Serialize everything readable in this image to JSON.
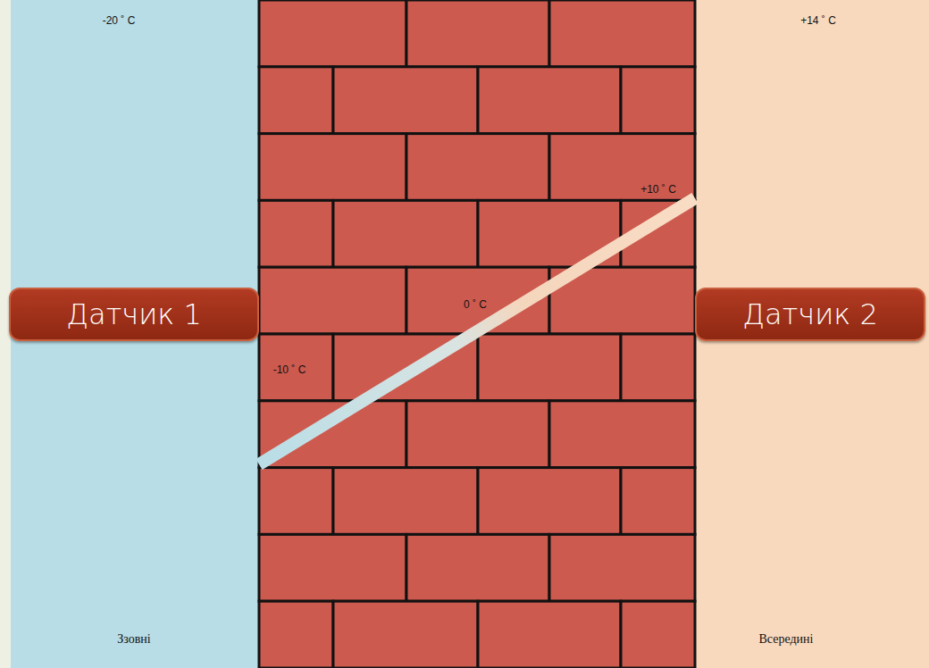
{
  "diagram": {
    "nodes": [
      {
        "text": [
          "Датчик 1"
        ]
      },
      {
        "text": [
          "Датчик 2"
        ]
      }
    ],
    "labels": [
      "-20 ˚ C",
      "+14 ˚ C",
      "+10 ˚ C",
      "0 ˚ C",
      "-10 ˚ C",
      "Ззовні",
      "Всередині"
    ]
  }
}
